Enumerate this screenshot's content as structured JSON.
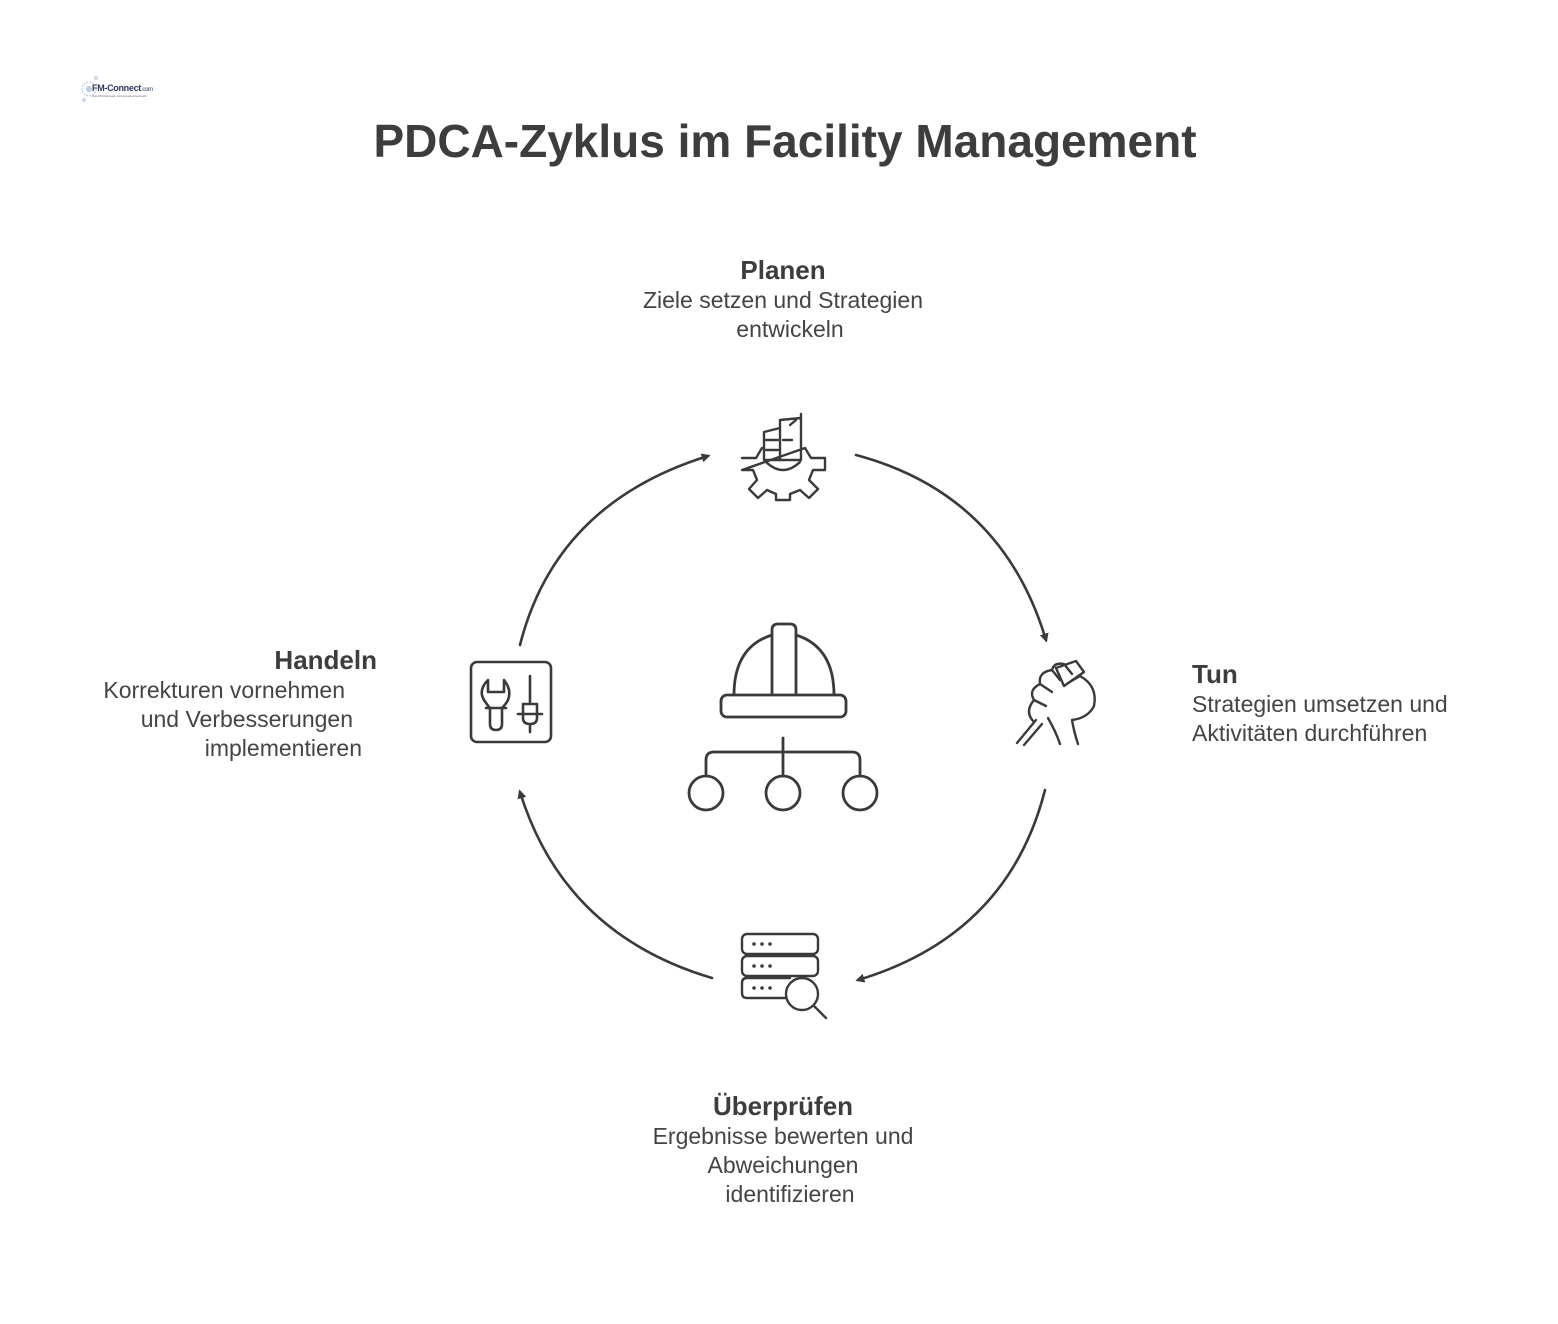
{
  "logo": {
    "name": "FM-Connect",
    "suffix": ".com",
    "tagline": "Das FM-Netzwerk und Expertennetzwerk"
  },
  "title": "PDCA-Zyklus im Facility Management",
  "stages": {
    "plan": {
      "heading": "Planen",
      "lines": [
        "Ziele setzen und Strategien",
        "entwickeln"
      ],
      "icon": "building-gear-icon"
    },
    "do": {
      "heading": "Tun",
      "lines": [
        "Strategien umsetzen und",
        "Aktivitäten durchführen"
      ],
      "icon": "hand-hammer-icon"
    },
    "check": {
      "heading": "Überprüfen",
      "lines": [
        "Ergebnisse bewerten und",
        "Abweichungen",
        "identifizieren"
      ],
      "icon": "server-search-icon"
    },
    "act": {
      "heading": "Handeln",
      "lines": [
        "Korrekturen vornehmen",
        "und Verbesserungen",
        "implementieren"
      ],
      "icon": "tools-panel-icon"
    }
  },
  "center_icon": "hard-hat-hierarchy-icon",
  "colors": {
    "stroke": "#3a3a3a",
    "text": "#3d3d3d",
    "background": "#ffffff"
  }
}
